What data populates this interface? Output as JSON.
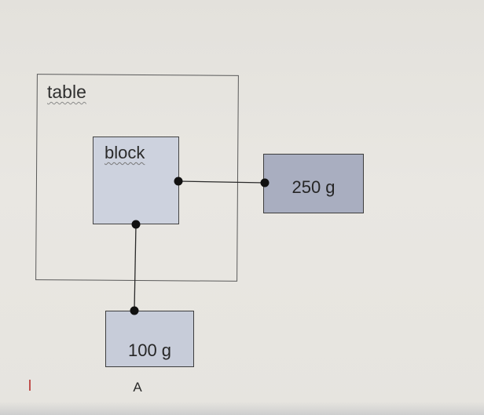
{
  "diagram": {
    "table_label": "table",
    "block_label": "block",
    "hanging_mass_right": "250 g",
    "hanging_mass_bottom": "100 g",
    "caption": "A"
  },
  "colors": {
    "block_fill": "#cdd2de",
    "mass_250_fill": "#a9aec0",
    "mass_100_fill": "#c7ccd9",
    "line": "#2a2a2a"
  }
}
